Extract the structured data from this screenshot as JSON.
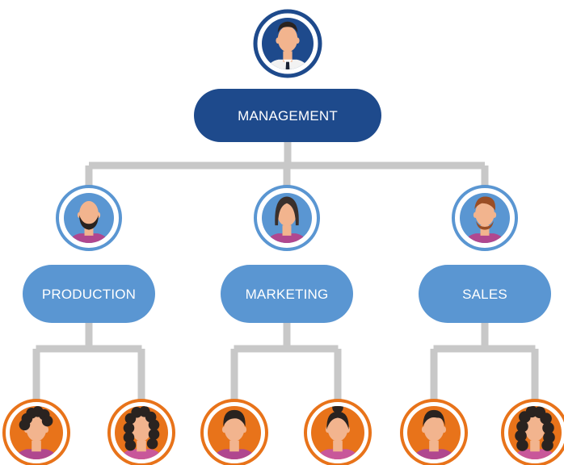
{
  "colors": {
    "connector": "#c8c8c8",
    "top_node": "#1e4a8c",
    "dept_node": "#5a96d2",
    "staff_ring": "#e8731a",
    "label_text": "#ffffff",
    "skin": "#f2b48e",
    "hair_dark": "#2a2320",
    "hair_brown": "#9a4e25",
    "shirt_white": "#f2f2f2",
    "shirt_magenta": "#b0478f",
    "shirt_pink": "#c8579a"
  },
  "top": {
    "label": "MANAGEMENT",
    "avatar_icon": "manager-with-tie-icon"
  },
  "departments": [
    {
      "label": "PRODUCTION",
      "avatar_icon": "bald-bearded-man-icon",
      "staff": [
        {
          "avatar_icon": "curly-haired-man-icon"
        },
        {
          "avatar_icon": "curly-haired-woman-icon"
        }
      ]
    },
    {
      "label": "MARKETING",
      "avatar_icon": "woman-dark-hair-icon",
      "staff": [
        {
          "avatar_icon": "short-haired-man-icon"
        },
        {
          "avatar_icon": "woman-hair-bun-icon"
        }
      ]
    },
    {
      "label": "SALES",
      "avatar_icon": "brown-haired-man-icon",
      "staff": [
        {
          "avatar_icon": "man-side-part-icon"
        },
        {
          "avatar_icon": "woman-wavy-hair-icon"
        }
      ]
    }
  ]
}
